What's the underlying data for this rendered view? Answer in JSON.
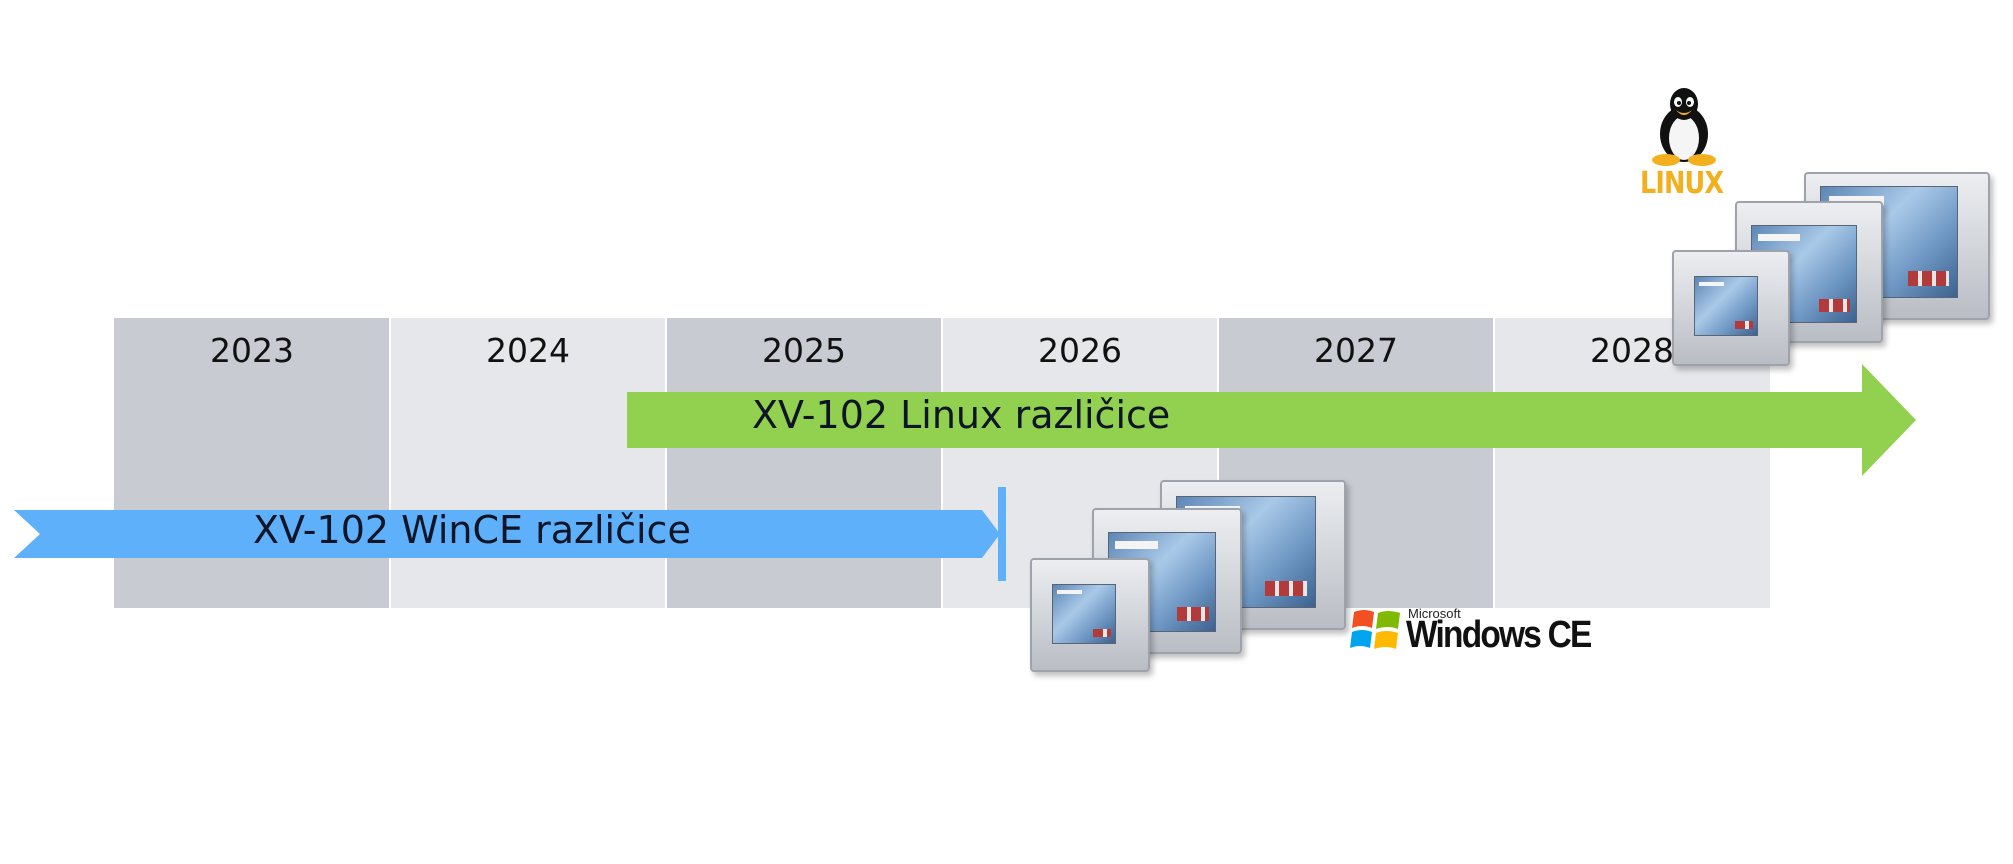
{
  "timeline": {
    "years": [
      {
        "label": "2023",
        "shade": "dark"
      },
      {
        "label": "2024",
        "shade": "light"
      },
      {
        "label": "2025",
        "shade": "dark"
      },
      {
        "label": "2026",
        "shade": "light"
      },
      {
        "label": "2027",
        "shade": "dark"
      },
      {
        "label": "2028",
        "shade": "light"
      }
    ]
  },
  "arrows": {
    "linux": {
      "label": "XV-102 Linux različice",
      "color": "#92d050"
    },
    "wince": {
      "label": "XV-102 WinCE različice",
      "color": "#5eb0fb"
    }
  },
  "logos": {
    "linux": {
      "text": "LINUX",
      "icon": "tux-penguin-icon",
      "color": "#f2b01e"
    },
    "windows_ce": {
      "small_text": "Microsoft",
      "big_text": "Windows CE",
      "icon": "windows-flag-icon"
    }
  },
  "colors": {
    "col_dark": "#c8cbd1",
    "col_light": "#e6e7ea"
  }
}
